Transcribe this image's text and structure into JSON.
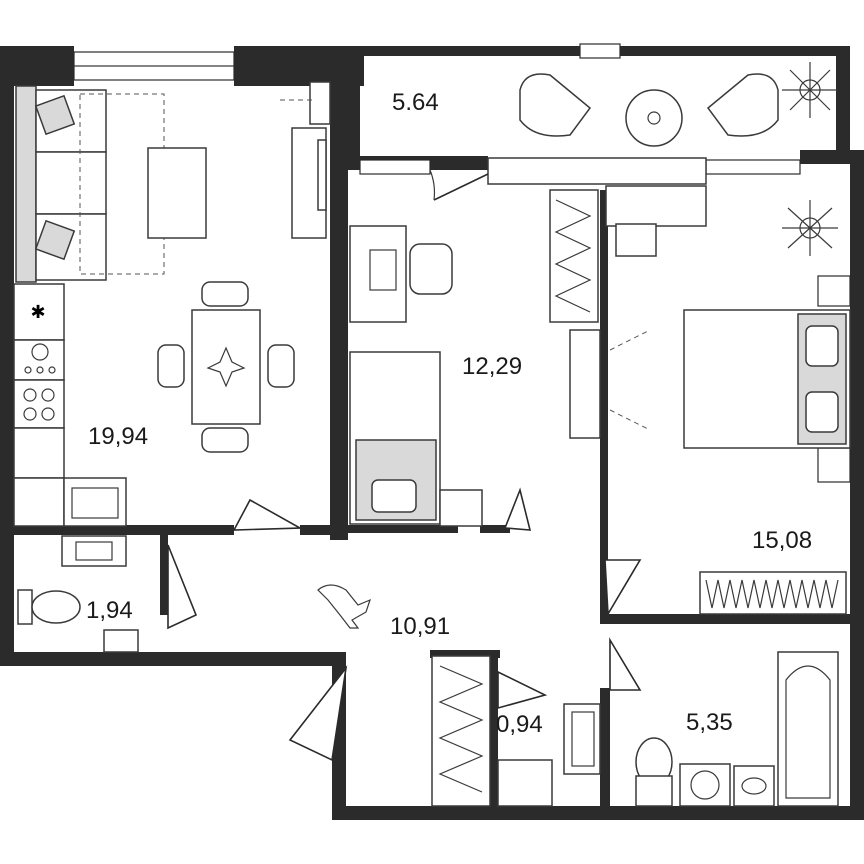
{
  "plan": {
    "rooms": [
      {
        "id": "living-kitchen",
        "area": "19,94"
      },
      {
        "id": "balcony",
        "area": "5.64"
      },
      {
        "id": "study",
        "area": "12,29"
      },
      {
        "id": "bedroom",
        "area": "15,08"
      },
      {
        "id": "toilet",
        "area": "1,94"
      },
      {
        "id": "hall",
        "area": "10,91"
      },
      {
        "id": "closet",
        "area": "0,94"
      },
      {
        "id": "bathroom",
        "area": "5,35"
      }
    ]
  }
}
